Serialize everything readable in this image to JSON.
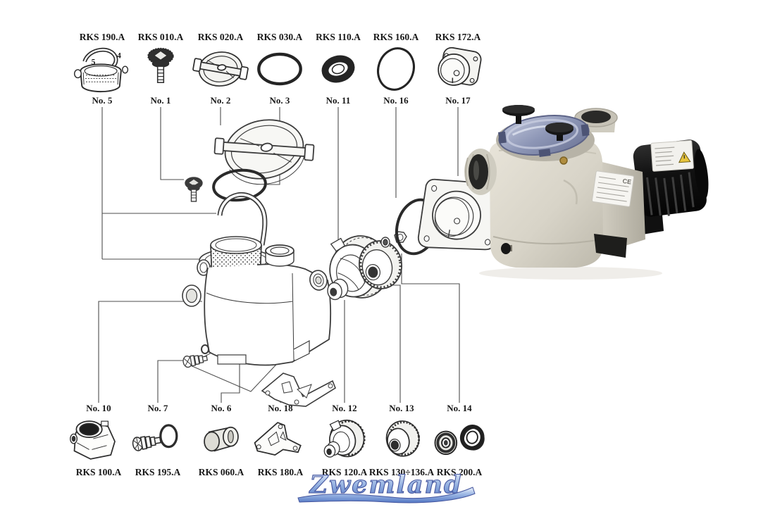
{
  "page": {
    "background": "#ffffff"
  },
  "top_row": [
    {
      "part": "RKS 190.A",
      "no": "No. 5",
      "icon": "strainer-basket-icon",
      "callouts": {
        "handle": "4",
        "basket": "5"
      }
    },
    {
      "part": "RKS 010.A",
      "no": "No. 1",
      "icon": "purge-knob-icon"
    },
    {
      "part": "RKS 020.A",
      "no": "No. 2",
      "icon": "strainer-lid-icon"
    },
    {
      "part": "RKS 030.A",
      "no": "No. 3",
      "icon": "lid-oring-icon"
    },
    {
      "part": "RKS 110.A",
      "no": "No. 11",
      "icon": "shaft-seal-icon"
    },
    {
      "part": "RKS 160.A",
      "no": "No. 16",
      "icon": "flange-oring-icon"
    },
    {
      "part": "RKS 172.A",
      "no": "No. 17",
      "icon": "seal-flange-icon"
    }
  ],
  "bottom_row": [
    {
      "no": "No. 10",
      "part": "RKS 100.A",
      "icon": "pump-housing-icon"
    },
    {
      "no": "No. 7",
      "part": "RKS 195.A",
      "icon": "drain-plug-icon"
    },
    {
      "no": "No. 6",
      "part": "RKS 060.A",
      "icon": "bushing-icon"
    },
    {
      "no": "No. 18",
      "part": "RKS 180.A",
      "icon": "support-bracket-icon"
    },
    {
      "no": "No. 12",
      "part": "RKS 120.A",
      "icon": "impeller-icon"
    },
    {
      "no": "No. 13",
      "part": "RKS 130÷136.A",
      "icon": "diffuser-icon"
    },
    {
      "no": "No. 14",
      "part": "RKS 200.A",
      "icon": "bearing-set-icon"
    }
  ],
  "photo": {
    "ce_mark": "CE"
  },
  "logo": {
    "text": "Zwemland",
    "gradient_top": "#eef4fc",
    "gradient_mid": "#9db8e4",
    "gradient_bottom": "#5377c4",
    "outline": "#44559e"
  },
  "colors": {
    "line": "#3c3c3c",
    "connector": "#4d4d4d",
    "pump_body": "#d8d4c8",
    "pump_body_light": "#e6e2d7",
    "pump_body_shadow": "#b2aea1",
    "motor_black": "#141414",
    "lid_blue": "#8d96b6",
    "lid_blue_light": "#c3c9dd",
    "label_white": "#f6f5f1",
    "warning_yellow": "#e7c43c",
    "brass": "#b08d3f"
  }
}
